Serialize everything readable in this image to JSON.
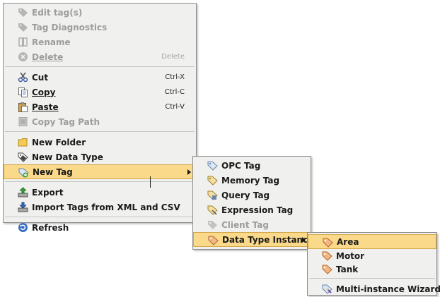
{
  "main_menu": {
    "items": [
      {
        "label": "Edit tag(s)",
        "disabled": true,
        "icon": "tag-edit-icon"
      },
      {
        "label": "Tag Diagnostics",
        "disabled": true,
        "icon": "tag-diagnostics-icon"
      },
      {
        "label": "Rename",
        "disabled": true,
        "icon": "rename-icon"
      },
      {
        "label": "Delete",
        "disabled": true,
        "shortcut": "Delete",
        "icon": "delete-icon"
      },
      {
        "label": "Cut",
        "shortcut": "Ctrl-X",
        "icon": "scissors-icon"
      },
      {
        "label": "Copy",
        "shortcut": "Ctrl-C",
        "icon": "copy-icon"
      },
      {
        "label": "Paste",
        "shortcut": "Ctrl-V",
        "icon": "paste-icon"
      },
      {
        "label": "Copy Tag Path",
        "disabled": true,
        "icon": "copy-tag-path-icon"
      },
      {
        "label": "New Folder",
        "icon": "folder-icon"
      },
      {
        "label": "New Data Type",
        "icon": "data-type-icon"
      },
      {
        "label": "New Tag",
        "highlighted": true,
        "icon": "new-tag-icon"
      },
      {
        "label": "Export",
        "icon": "export-icon"
      },
      {
        "label": "Import Tags from XML and CSV",
        "icon": "import-icon"
      },
      {
        "label": "Refresh",
        "icon": "refresh-icon"
      }
    ]
  },
  "new_tag_menu": {
    "items": [
      {
        "label": "OPC Tag",
        "icon": "opc-tag-icon"
      },
      {
        "label": "Memory Tag",
        "icon": "memory-tag-icon"
      },
      {
        "label": "Query Tag",
        "icon": "query-tag-icon"
      },
      {
        "label": "Expression Tag",
        "icon": "expression-tag-icon"
      },
      {
        "label": "Client Tag",
        "disabled": true,
        "icon": "client-tag-icon"
      },
      {
        "label": "Data Type Instance",
        "highlighted": true,
        "icon": "data-type-instance-icon"
      }
    ]
  },
  "instance_menu": {
    "items": [
      {
        "label": "Area",
        "highlighted": true,
        "icon": "udt-tag-icon"
      },
      {
        "label": "Motor",
        "icon": "udt-tag-icon"
      },
      {
        "label": "Tank",
        "icon": "udt-tag-icon"
      },
      {
        "label": "Multi-instance Wizard",
        "icon": "wizard-icon"
      }
    ]
  },
  "colors": {
    "menu_bg": "#f0f0ef",
    "highlight": "#fbd98a",
    "highlight_border": "#d3a84a",
    "disabled_text": "#9d9d9d"
  }
}
